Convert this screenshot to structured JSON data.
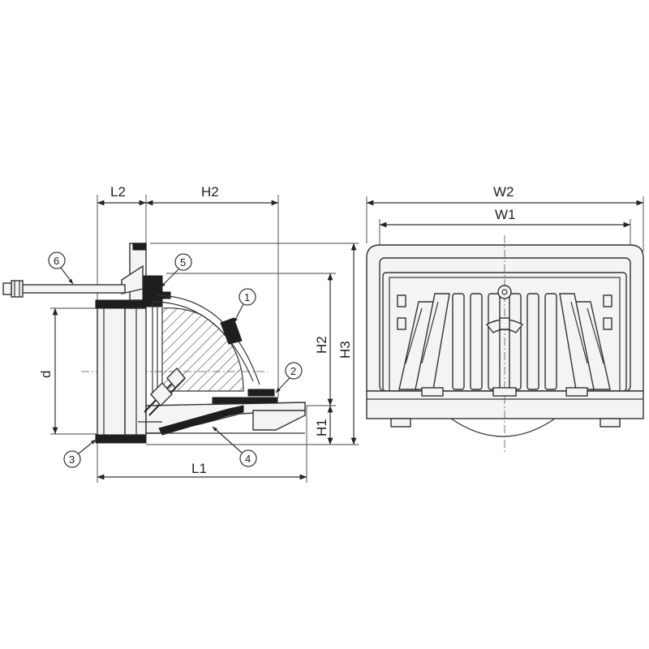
{
  "dimensions": {
    "L2": "L2",
    "H2_top": "H2",
    "H2_side": "H2",
    "H3": "H3",
    "H1": "H1",
    "L1": "L1",
    "d": "d",
    "W2": "W2",
    "W1": "W1"
  },
  "callouts": {
    "c1": "1",
    "c2": "2",
    "c3": "3",
    "c4": "4",
    "c5": "5",
    "c6": "6"
  },
  "colors": {
    "line": "#333333",
    "solid": "#1e1e1e",
    "body_fill": "#f4f4f4"
  }
}
